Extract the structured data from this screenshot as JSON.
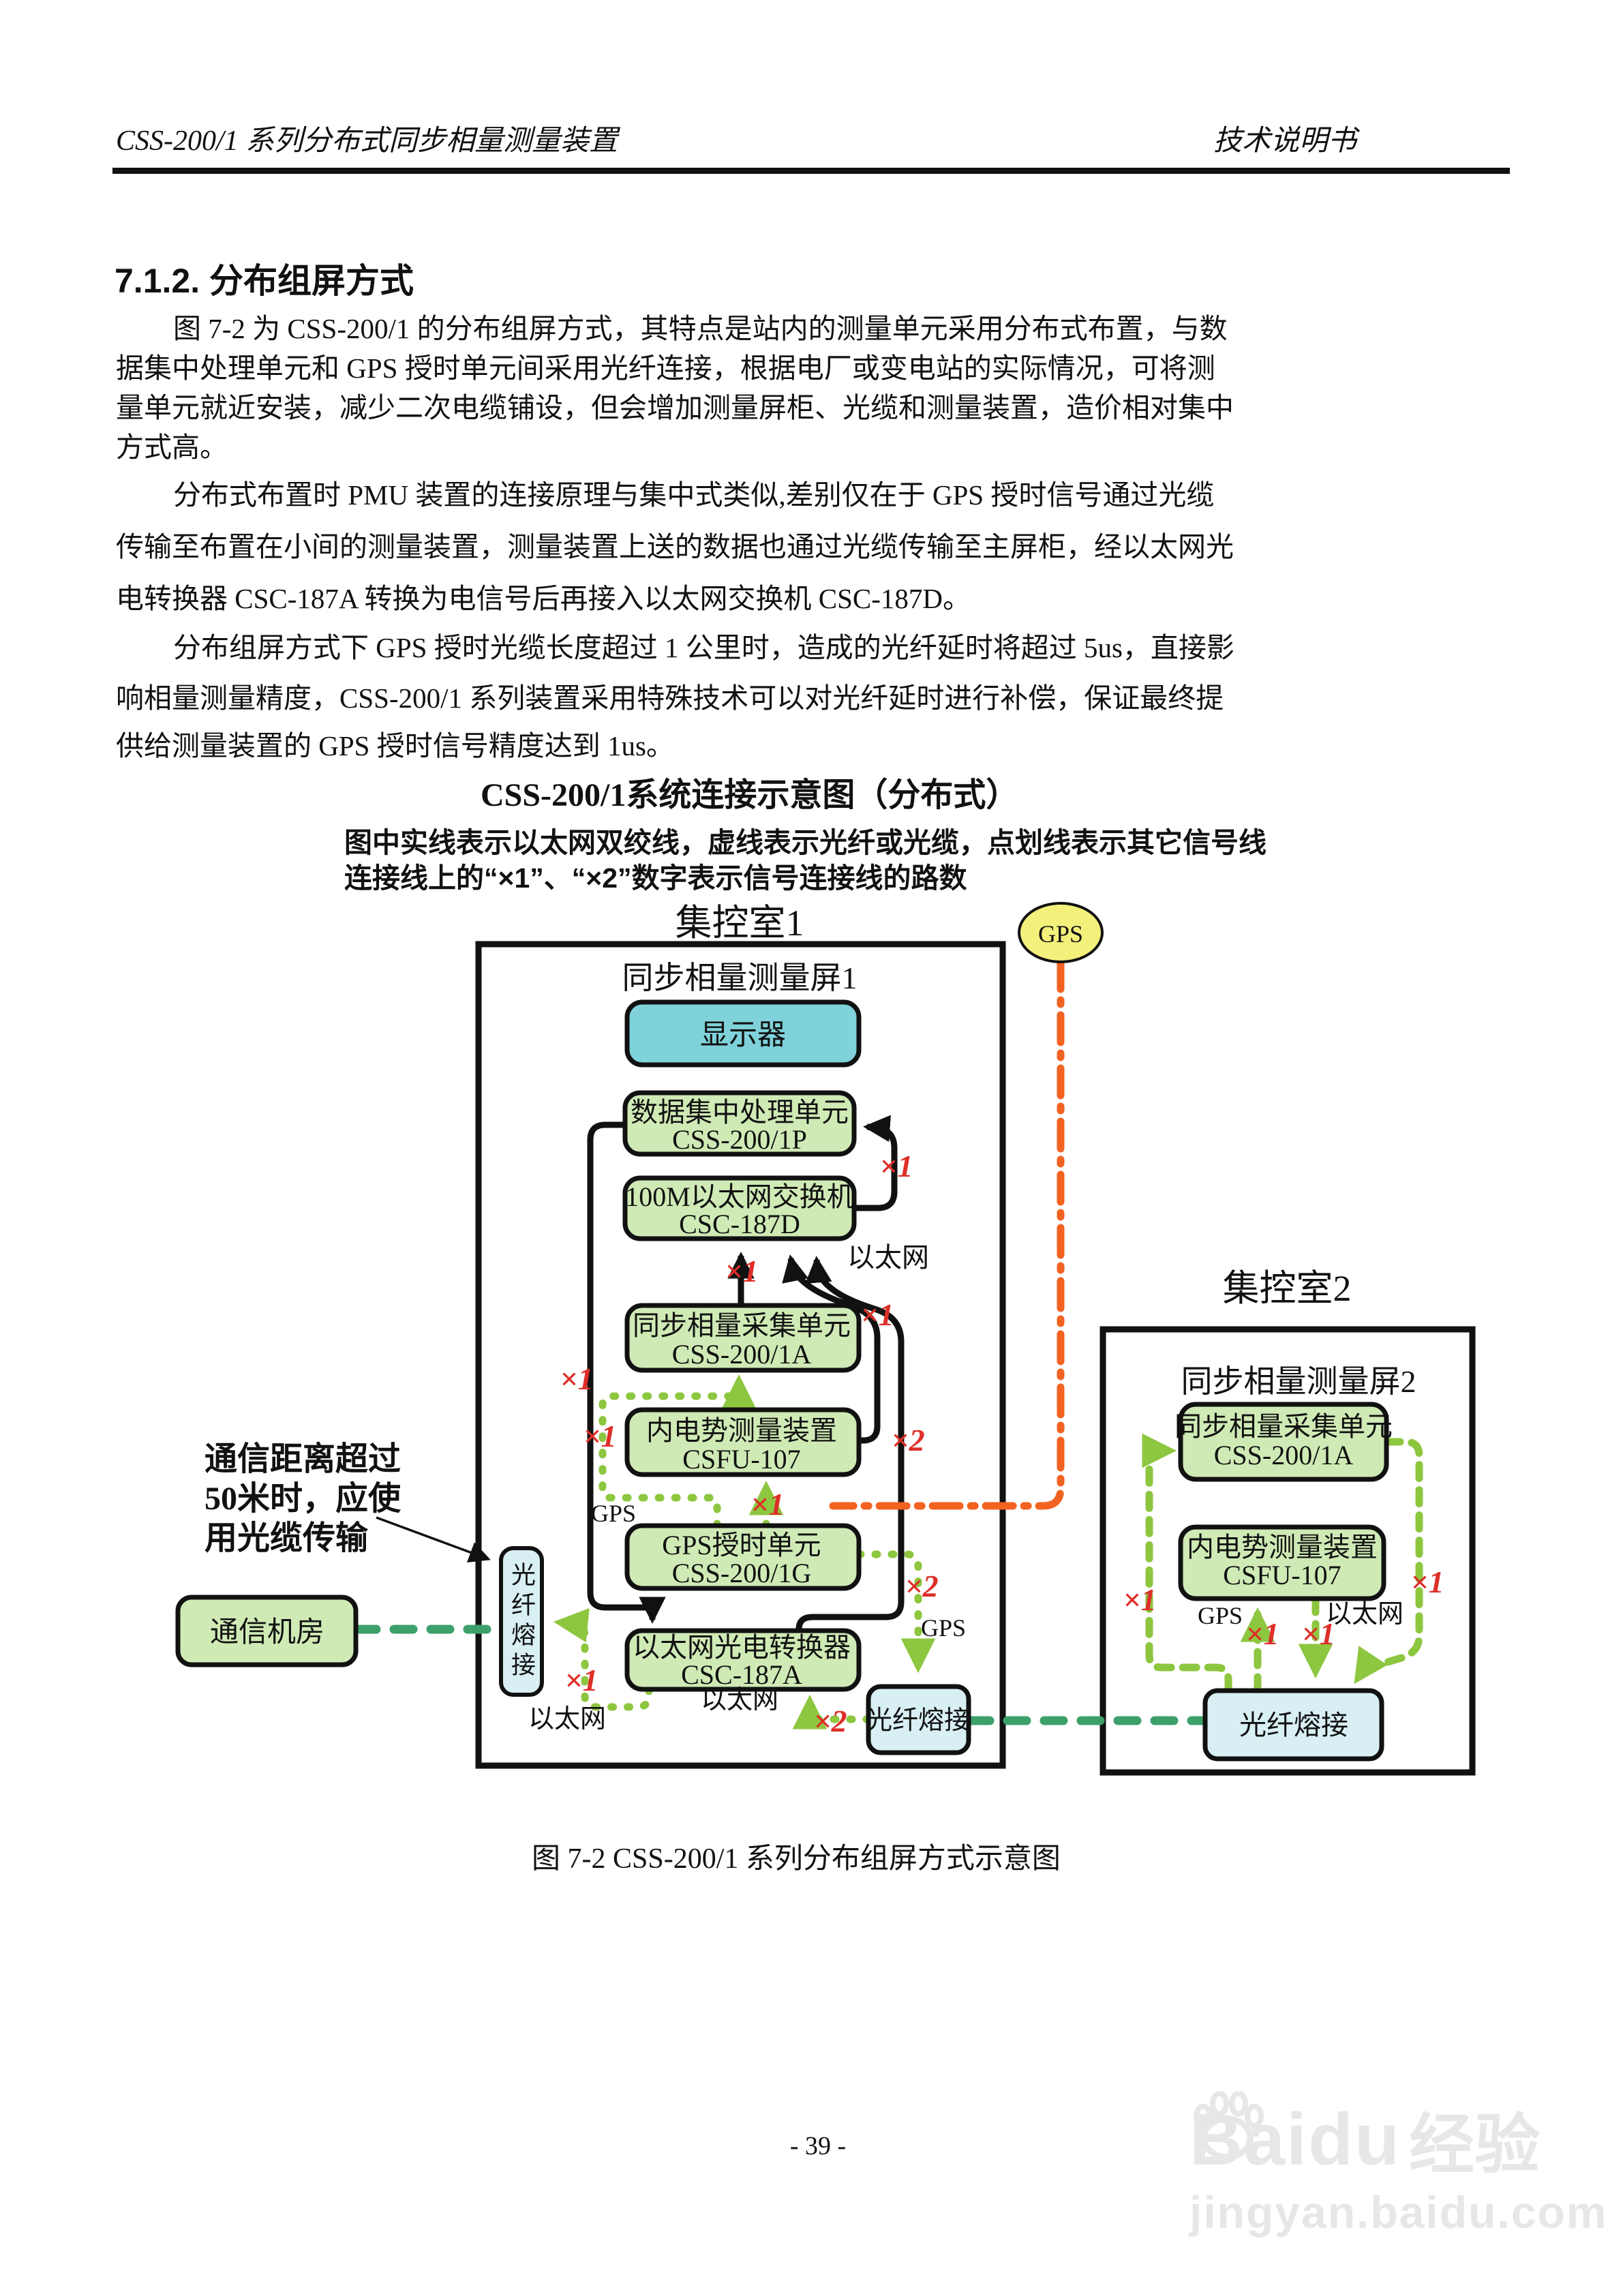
{
  "header": {
    "left_title": "CSS-200/1 系列分布式同步相量测量装置",
    "right_title": "技术说明书"
  },
  "section_title": "7.1.2. 分布组屏方式",
  "paragraphs": {
    "p1": {
      "lines": [
        "图 7-2 为 CSS-200/1 的分布组屏方式，其特点是站内的测量单元采用分布式布置，与数",
        "据集中处理单元和 GPS 授时单元间采用光纤连接，根据电厂或变电站的实际情况，可将测",
        "量单元就近安装，减少二次电缆铺设，但会增加测量屏柜、光缆和测量装置，造价相对集中",
        "方式高。"
      ]
    },
    "p2": {
      "lines": [
        "分布式布置时 PMU 装置的连接原理与集中式类似,差别仅在于 GPS 授时信号通过光缆",
        "传输至布置在小间的测量装置，测量装置上送的数据也通过光缆传输至主屏柜，经以太网光",
        "电转换器 CSC-187A 转换为电信号后再接入以太网交换机 CSC-187D。"
      ]
    },
    "p3": {
      "lines": [
        "分布组屏方式下 GPS 授时光缆长度超过 1 公里时，造成的光纤延时将超过 5us，直接影",
        "响相量测量精度，CSS-200/1 系列装置采用特殊技术可以对光纤延时进行补偿，保证最终提",
        "供给测量装置的 GPS 授时信号精度达到 1us。"
      ]
    }
  },
  "diagram": {
    "title": "CSS-200/1系统连接示意图（分布式）",
    "subtitle1": "图中实线表示以太网双绞线，虚线表示光纤或光缆，点划线表示其它信号线",
    "subtitle2": "连接线上的“×1”、“×2”数字表示信号连接线的路数",
    "gps_bubble": "GPS",
    "labels": {
      "x1": "×1",
      "x2": "×2",
      "ethernet": "以太网",
      "gps": "GPS"
    },
    "room1": {
      "label": "集控室1",
      "panel": "同步相量测量屏1",
      "display": "显示器",
      "p_unit": [
        "数据集中处理单元",
        "CSS-200/1P"
      ],
      "switch": [
        "100M以太网交换机",
        "CSC-187D"
      ],
      "acq": [
        "同步相量采集单元",
        "CSS-200/1A"
      ],
      "emf": [
        "内电势测量装置",
        "CSFU-107"
      ],
      "gps_unit": [
        "GPS授时单元",
        "CSS-200/1G"
      ],
      "converter": [
        "以太网光电转换器",
        "CSC-187A"
      ],
      "splice_vertical": "光纤熔接",
      "splice": "光纤熔接"
    },
    "room2": {
      "label": "集控室2",
      "panel": "同步相量测量屏2",
      "acq": [
        "同步相量采集单元",
        "CSS-200/1A"
      ],
      "emf": [
        "内电势测量装置",
        "CSFU-107"
      ],
      "splice": "光纤熔接"
    },
    "comm_room": "通信机房",
    "note": {
      "lines": [
        "通信距离超过",
        "50米时，应使",
        "用光缆传输"
      ]
    }
  },
  "caption": "图 7-2 CSS-200/1 系列分布组屏方式示意图",
  "page_number": "- 39 -",
  "watermark": {
    "brand": "Baidu",
    "suffix": "经验",
    "url": "jingyan.baidu.com"
  },
  "colors": {
    "box_green": "#cfeab5",
    "box_cyan": "#7fd2da",
    "box_blue": "#d8eff3",
    "gps_yellow": "#f3f07c",
    "fiber_green": "#8dc63f",
    "cable_green": "#3da06b",
    "signal_orange": "#f26322",
    "label_red": "#de2f28"
  }
}
